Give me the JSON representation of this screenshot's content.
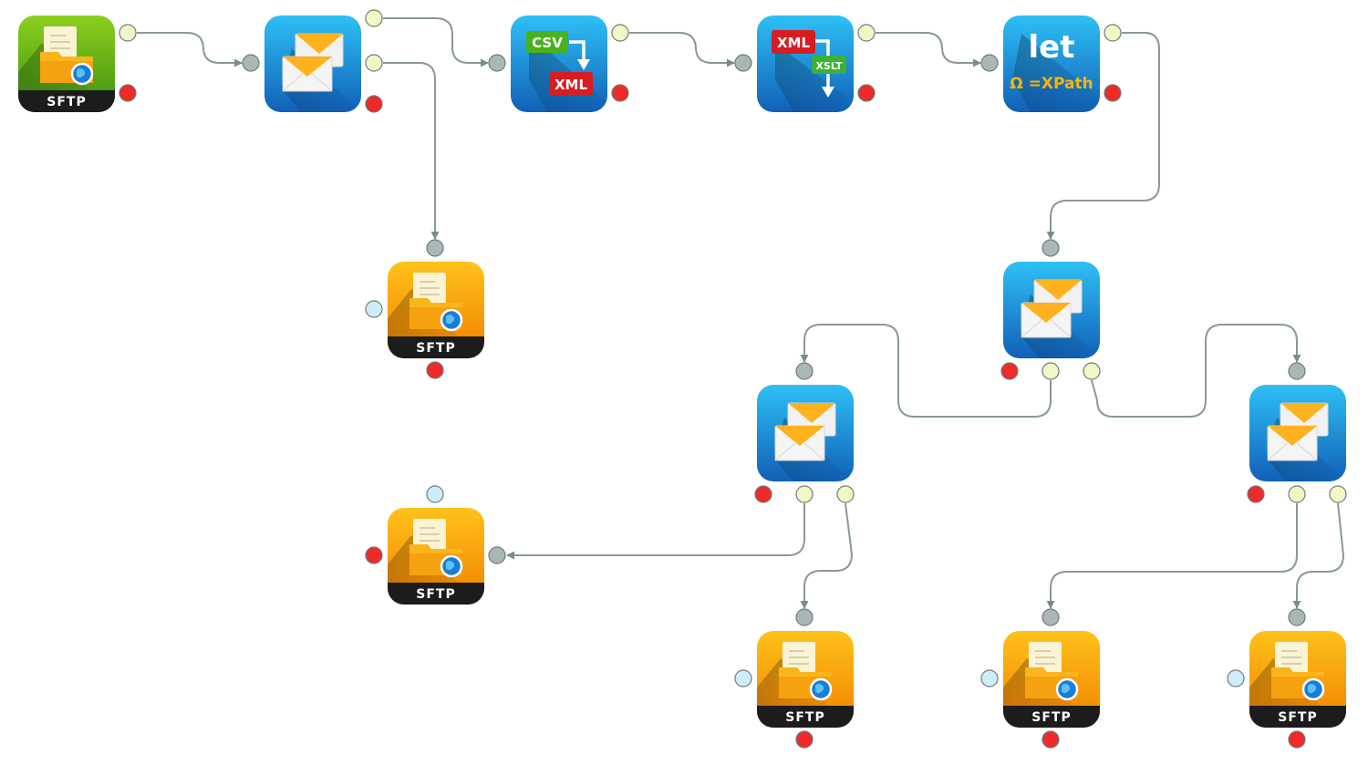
{
  "colors": {
    "sftp_green_top": "#8ccf1e",
    "sftp_green_bottom": "#3c8f12",
    "sftp_orange_top": "#ffc21a",
    "sftp_orange_bottom": "#f07f00",
    "message_blue_top": "#2ec0f5",
    "message_blue_bottom": "#1160b8",
    "label_bar": "#1c1c1c",
    "port_success": "#f1f8c6",
    "port_error": "#ee2a2a",
    "port_input": "#a9b7b7",
    "port_idle": "#cdeef8",
    "wire": "#8a9898",
    "csv_badge": "#49b21d",
    "xml_badge": "#d71d22",
    "xslt_badge": "#3bb236",
    "xpath_text": "#ffb400",
    "let_text": "#ffffff",
    "envelope": "#f5f5f5",
    "envelope_flap": "#ffb21e"
  },
  "nodes": [
    {
      "id": "n1",
      "type": "sftp",
      "variant": "green",
      "label": "SFTP",
      "icon": "folder-globe-icon"
    },
    {
      "id": "n2",
      "type": "message",
      "icon": "envelopes-icon"
    },
    {
      "id": "n3",
      "type": "csv-to-xml",
      "icon": "csv-to-xml-icon",
      "from": "CSV",
      "to": "XML"
    },
    {
      "id": "n4",
      "type": "xslt",
      "icon": "xml-xslt-icon",
      "from": "XML",
      "to": "XSLT"
    },
    {
      "id": "n5",
      "type": "let-xpath",
      "icon": "let-xpath-icon",
      "title": "let",
      "subtitle": "Ω =XPath"
    },
    {
      "id": "n6",
      "type": "sftp",
      "variant": "orange",
      "label": "SFTP",
      "icon": "folder-globe-icon"
    },
    {
      "id": "n7",
      "type": "message",
      "icon": "envelopes-icon"
    },
    {
      "id": "n8",
      "type": "message",
      "icon": "envelopes-icon"
    },
    {
      "id": "n9",
      "type": "message",
      "icon": "envelopes-icon"
    },
    {
      "id": "n10",
      "type": "sftp",
      "variant": "orange",
      "label": "SFTP",
      "icon": "folder-globe-icon"
    },
    {
      "id": "n11",
      "type": "sftp",
      "variant": "orange",
      "label": "SFTP",
      "icon": "folder-globe-icon"
    },
    {
      "id": "n12",
      "type": "sftp",
      "variant": "orange",
      "label": "SFTP",
      "icon": "folder-globe-icon"
    },
    {
      "id": "n13",
      "type": "sftp",
      "variant": "orange",
      "label": "SFTP",
      "icon": "folder-globe-icon"
    }
  ],
  "connections": [
    {
      "from": "n1",
      "to": "n2"
    },
    {
      "from": "n2",
      "to": "n3"
    },
    {
      "from": "n2",
      "to": "n6"
    },
    {
      "from": "n3",
      "to": "n4"
    },
    {
      "from": "n4",
      "to": "n5"
    },
    {
      "from": "n5",
      "to": "n7"
    },
    {
      "from": "n7",
      "to": "n8"
    },
    {
      "from": "n7",
      "to": "n9"
    },
    {
      "from": "n8",
      "to": "n10"
    },
    {
      "from": "n8",
      "to": "n11"
    },
    {
      "from": "n9",
      "to": "n12"
    },
    {
      "from": "n9",
      "to": "n13"
    }
  ]
}
